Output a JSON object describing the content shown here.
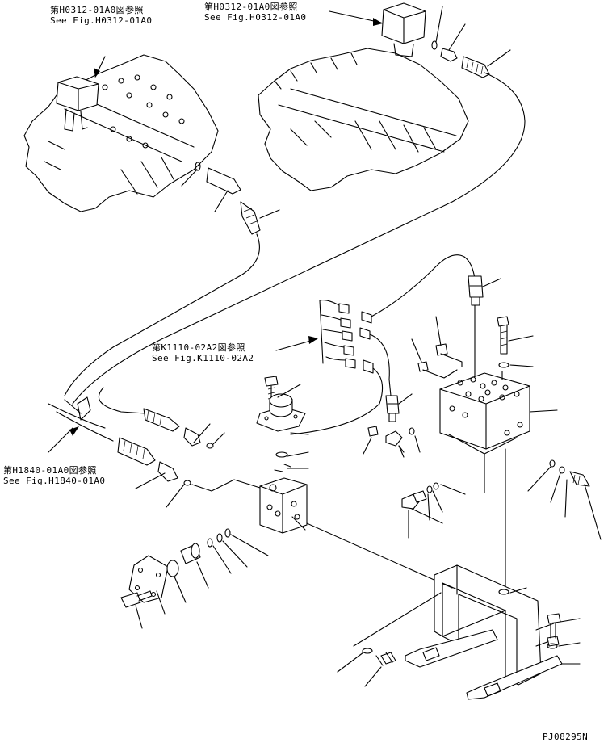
{
  "references": [
    {
      "jp": "第H0312-01A0図参照",
      "en": "See Fig.H0312-01A0"
    },
    {
      "jp": "第H0312-01A0図参照",
      "en": "See Fig.H0312-01A0"
    },
    {
      "jp": "第K1110-02A2図参照",
      "en": "See Fig.K1110-02A2"
    },
    {
      "jp": "第H1840-01A0図参照",
      "en": "See Fig.H1840-01A0"
    }
  ],
  "drawing_code": "PJ08295N"
}
